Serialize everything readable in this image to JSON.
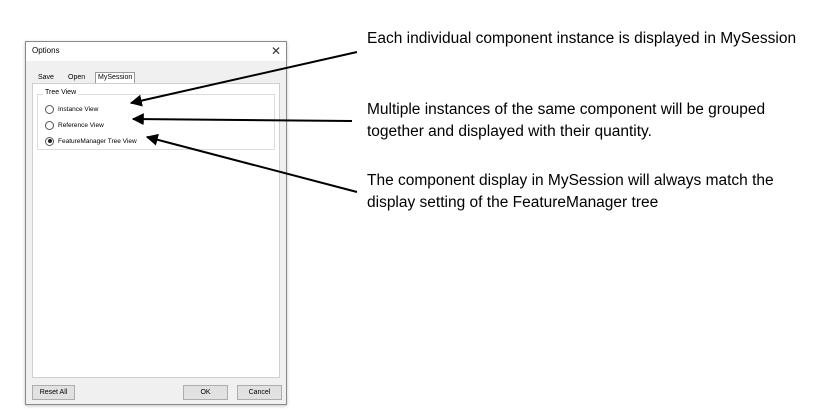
{
  "dialog": {
    "title": "Options",
    "close_glyph": "✕",
    "close_icon": "close-icon",
    "tabs": [
      {
        "label": "Save",
        "active": false
      },
      {
        "label": "Open",
        "active": false
      },
      {
        "label": "MySession",
        "active": true
      }
    ],
    "group": {
      "legend": "Tree View",
      "options": [
        {
          "label": "Instance View",
          "checked": false
        },
        {
          "label": "Reference View",
          "checked": false
        },
        {
          "label": "FeatureManager Tree View",
          "checked": true
        }
      ]
    },
    "buttons": {
      "reset": "Reset All",
      "ok": "OK",
      "cancel": "Cancel"
    }
  },
  "annotations": [
    {
      "text": "Each individual component instance is displayed in MySession"
    },
    {
      "text": "Multiple instances of the same component will be grouped together and displayed with their quantity."
    },
    {
      "text": "The component display in MySession will always match the display setting of the FeatureManager tree"
    }
  ]
}
